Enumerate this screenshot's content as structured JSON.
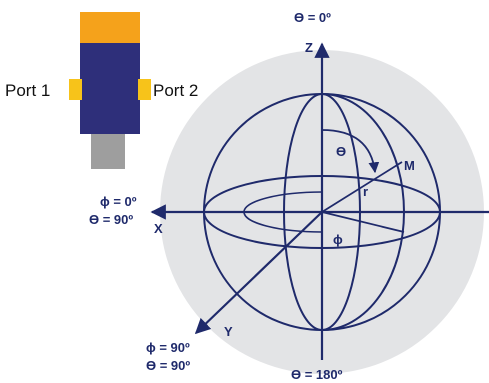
{
  "device": {
    "port1_label": "Port 1",
    "port2_label": "Port 2",
    "colors": {
      "top_cap": "#f5a21b",
      "body": "#2e2f7a",
      "ports": "#f7c31a",
      "connector": "#9e9e9e"
    }
  },
  "sphere": {
    "axis_z_label": "Z",
    "axis_x_label": "X",
    "axis_y_label": "Y",
    "point_label": "M",
    "radius_label": "r",
    "theta_symbol": "ϴ",
    "phi_symbol": "ϕ",
    "top_label": "ϴ = 0º",
    "bottom_label": "ϴ = 180º",
    "x_phi_label": "ϕ = 0º",
    "x_theta_label": "ϴ = 90º",
    "y_phi_label": "ϕ = 90º",
    "y_theta_label": "ϴ = 90º",
    "colors": {
      "sphere_fill": "#e3e4e6",
      "lines": "#1f2a6b"
    }
  }
}
